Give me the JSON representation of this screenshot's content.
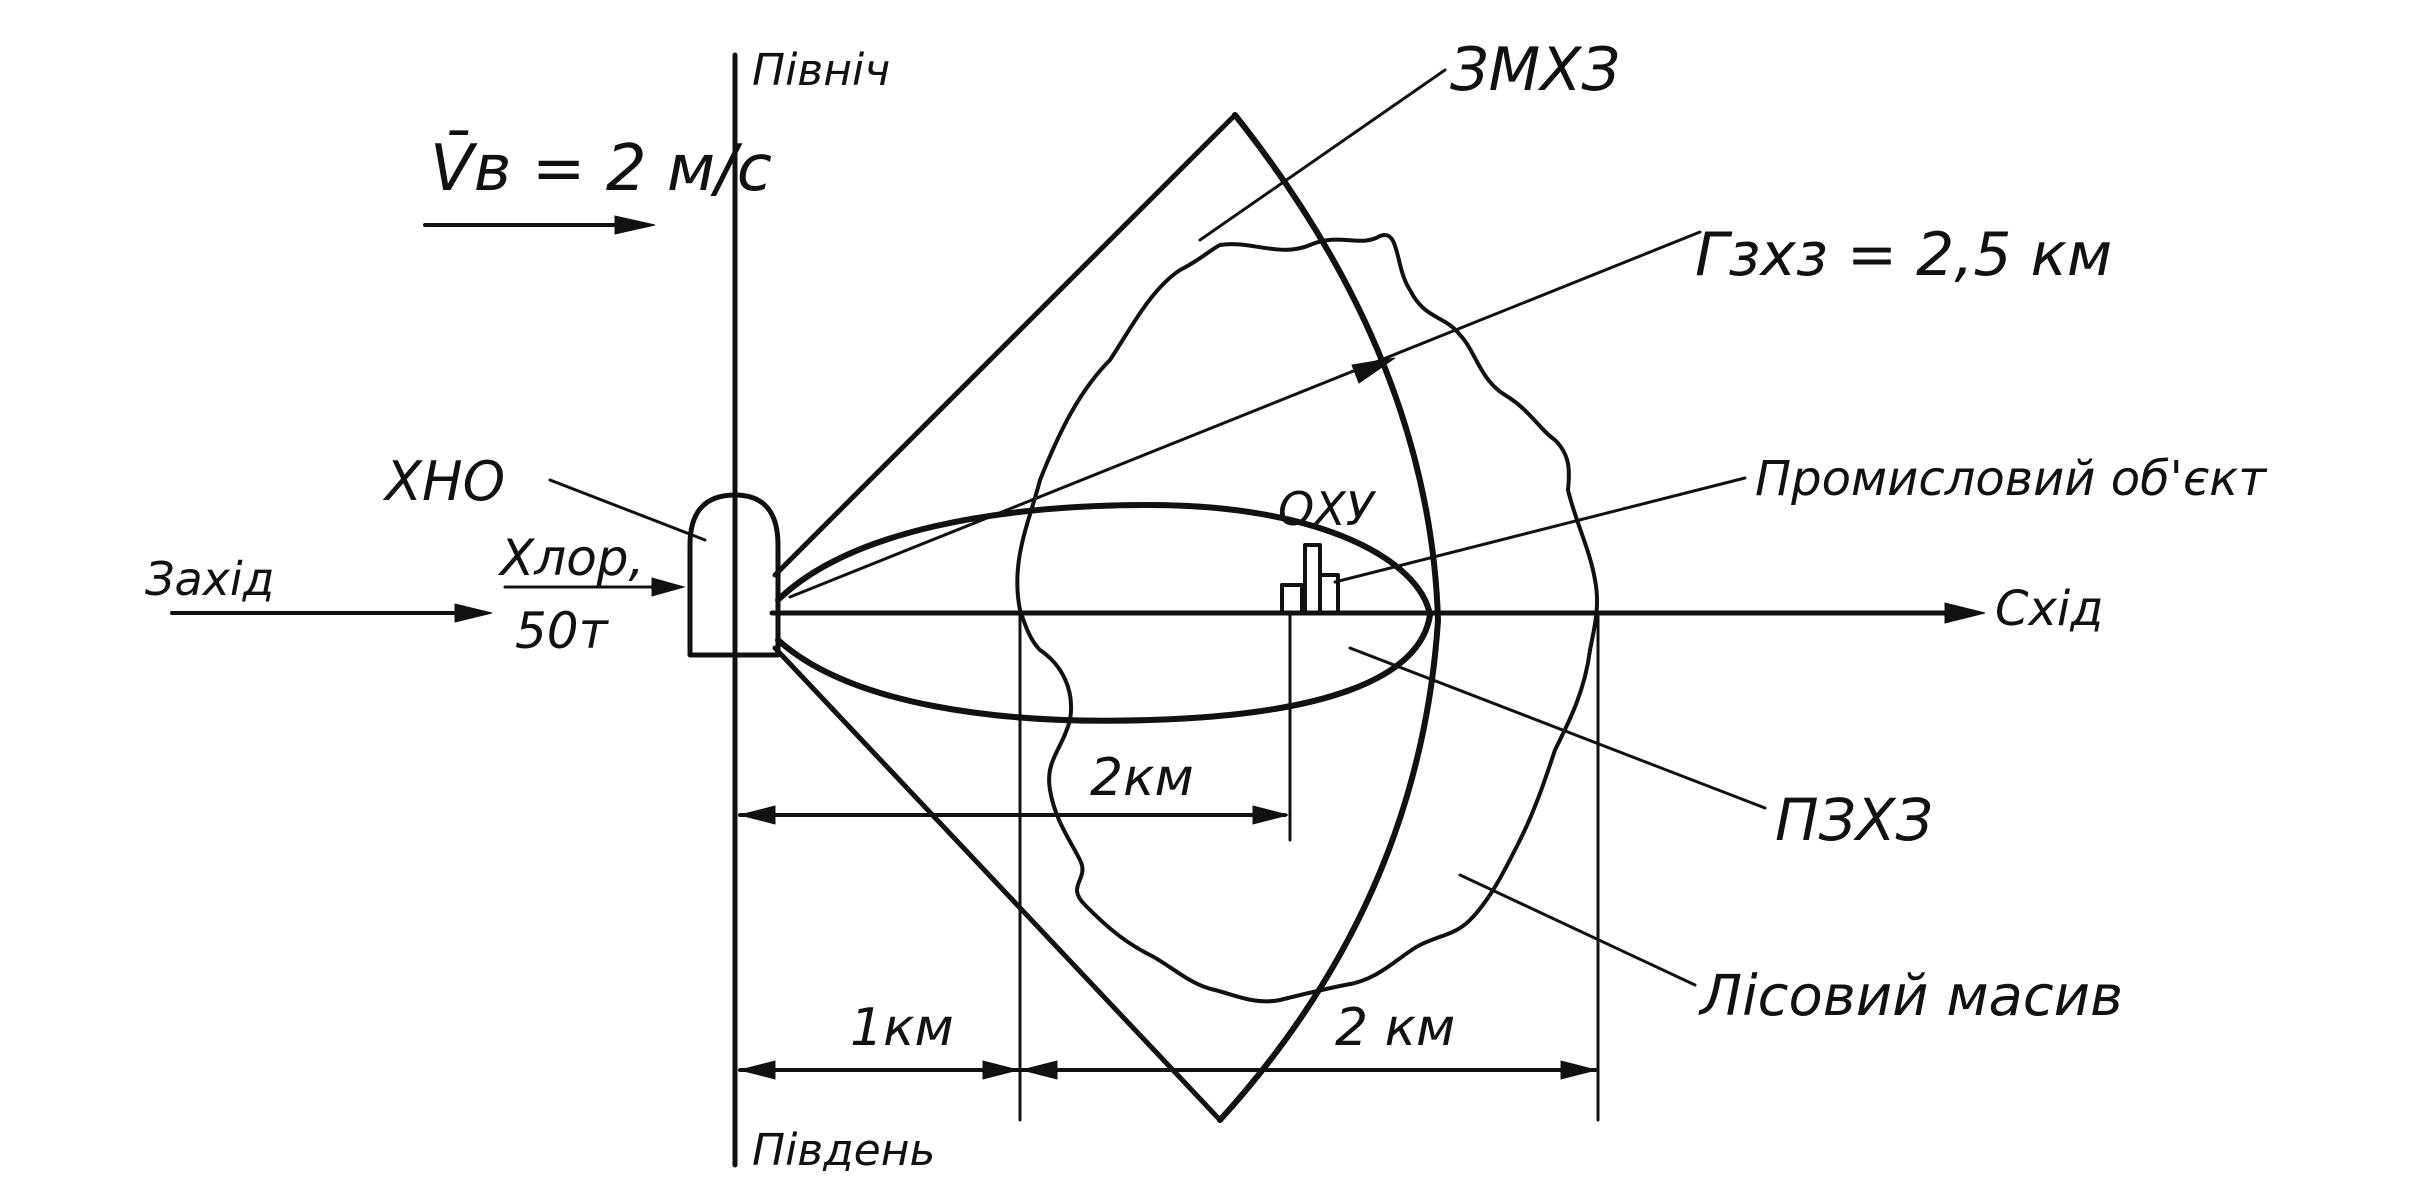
{
  "directions": {
    "north": "Північ",
    "south": "Південь",
    "east": "Схід",
    "west": "Захід"
  },
  "wind": {
    "speed": "V̄в = 2 м/с"
  },
  "source": {
    "label": "ХНО",
    "substance": "Хлор,",
    "amount": "50т"
  },
  "zones": {
    "possible": "ЗМХЗ",
    "depth": "Гзхз = 2,5 км",
    "actual": "ПЗХЗ"
  },
  "object": {
    "label": "ОХУ",
    "industrial": "Промисловий об'єкт"
  },
  "forest": {
    "label": "Лісовий масив"
  },
  "dimensions": {
    "to_object": "2км",
    "to_forest": "1км",
    "forest_width": "2 км"
  }
}
